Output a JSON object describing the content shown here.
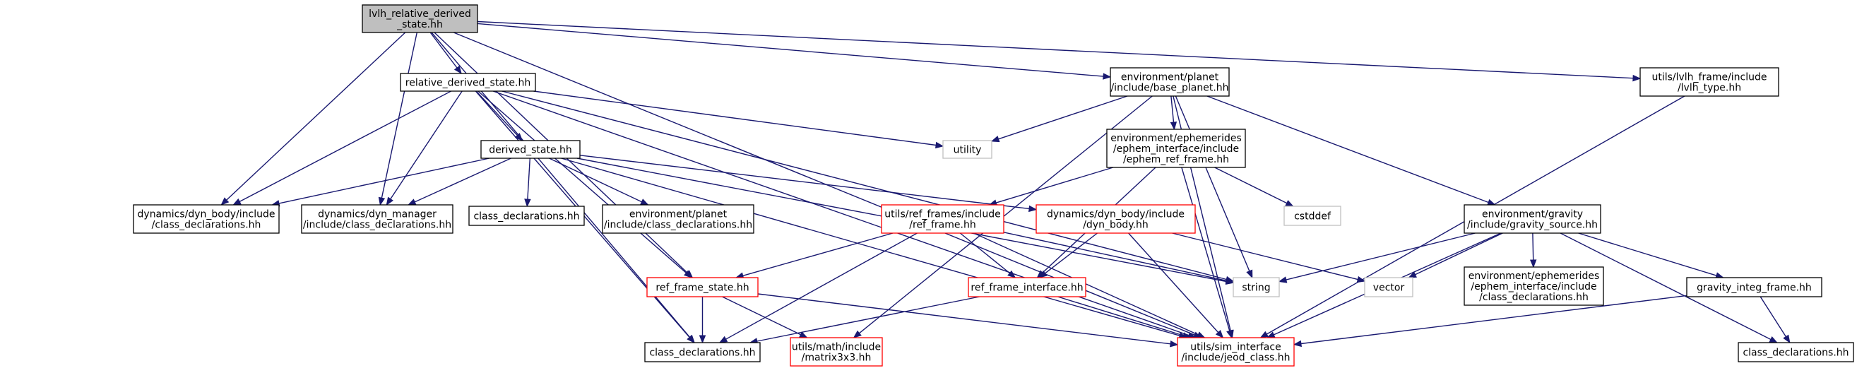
{
  "colors": {
    "edge": "#191970",
    "node_border_default": "#000000",
    "node_border_incomplete": "#ff0000",
    "node_border_system": "#bfbfbf",
    "root_fill": "#bfbfbf"
  },
  "nodes": {
    "root": {
      "lines": [
        "lvlh_relative_derived",
        "_state.hh"
      ],
      "kind": "root"
    },
    "relative_derived_state": {
      "lines": [
        "relative_derived_state.hh"
      ],
      "kind": "default"
    },
    "base_planet": {
      "lines": [
        "environment/planet",
        "/include/base_planet.hh"
      ],
      "kind": "default"
    },
    "lvlh_type": {
      "lines": [
        "utils/lvlh_frame/include",
        "/lvlh_type.hh"
      ],
      "kind": "default"
    },
    "derived_state": {
      "lines": [
        "derived_state.hh"
      ],
      "kind": "default"
    },
    "utility": {
      "lines": [
        "utility"
      ],
      "kind": "system"
    },
    "ephem_ref_frame": {
      "lines": [
        "environment/ephemerides",
        "/ephem_interface/include",
        "/ephem_ref_frame.hh"
      ],
      "kind": "default"
    },
    "dyn_body_class_decl": {
      "lines": [
        "dynamics/dyn_body/include",
        "/class_declarations.hh"
      ],
      "kind": "default"
    },
    "dyn_manager_class_decl": {
      "lines": [
        "dynamics/dyn_manager",
        "/include/class_declarations.hh"
      ],
      "kind": "default"
    },
    "class_decl_plain": {
      "lines": [
        "class_declarations.hh"
      ],
      "kind": "default"
    },
    "planet_class_decl": {
      "lines": [
        "environment/planet",
        "/include/class_declarations.hh"
      ],
      "kind": "default"
    },
    "ref_frame": {
      "lines": [
        "utils/ref_frames/include",
        "/ref_frame.hh"
      ],
      "kind": "incomplete"
    },
    "dyn_body": {
      "lines": [
        "dynamics/dyn_body/include",
        "/dyn_body.hh"
      ],
      "kind": "incomplete"
    },
    "cstddef": {
      "lines": [
        "cstddef"
      ],
      "kind": "system"
    },
    "gravity_source": {
      "lines": [
        "environment/gravity",
        "/include/gravity_source.hh"
      ],
      "kind": "default"
    },
    "ref_frame_state": {
      "lines": [
        "ref_frame_state.hh"
      ],
      "kind": "incomplete"
    },
    "ref_frame_interface": {
      "lines": [
        "ref_frame_interface.hh"
      ],
      "kind": "incomplete"
    },
    "string": {
      "lines": [
        "string"
      ],
      "kind": "system"
    },
    "vector": {
      "lines": [
        "vector"
      ],
      "kind": "system"
    },
    "ephem_class_decl": {
      "lines": [
        "environment/ephemerides",
        "/ephem_interface/include",
        "/class_declarations.hh"
      ],
      "kind": "default"
    },
    "gravity_integ_frame": {
      "lines": [
        "gravity_integ_frame.hh"
      ],
      "kind": "default"
    },
    "class_decl_bottom_left": {
      "lines": [
        "class_declarations.hh"
      ],
      "kind": "default"
    },
    "matrix3x3": {
      "lines": [
        "utils/math/include",
        "/matrix3x3.hh"
      ],
      "kind": "incomplete"
    },
    "jeod_class": {
      "lines": [
        "utils/sim_interface",
        "/include/jeod_class.hh"
      ],
      "kind": "incomplete"
    },
    "class_decl_bottom_right": {
      "lines": [
        "class_declarations.hh"
      ],
      "kind": "default"
    }
  },
  "edges": [
    [
      "root",
      "relative_derived_state"
    ],
    [
      "root",
      "base_planet"
    ],
    [
      "root",
      "lvlh_type"
    ],
    [
      "root",
      "dyn_body_class_decl"
    ],
    [
      "root",
      "dyn_manager_class_decl"
    ],
    [
      "root",
      "ref_frame_state"
    ],
    [
      "root",
      "class_decl_bottom_left"
    ],
    [
      "root",
      "jeod_class"
    ],
    [
      "relative_derived_state",
      "derived_state"
    ],
    [
      "relative_derived_state",
      "utility"
    ],
    [
      "relative_derived_state",
      "dyn_body_class_decl"
    ],
    [
      "relative_derived_state",
      "dyn_manager_class_decl"
    ],
    [
      "relative_derived_state",
      "ref_frame_state"
    ],
    [
      "relative_derived_state",
      "string"
    ],
    [
      "relative_derived_state",
      "class_decl_bottom_left"
    ],
    [
      "relative_derived_state",
      "jeod_class"
    ],
    [
      "derived_state",
      "dyn_body_class_decl"
    ],
    [
      "derived_state",
      "dyn_manager_class_decl"
    ],
    [
      "derived_state",
      "class_decl_plain"
    ],
    [
      "derived_state",
      "planet_class_decl"
    ],
    [
      "derived_state",
      "dyn_body"
    ],
    [
      "derived_state",
      "string"
    ],
    [
      "derived_state",
      "jeod_class"
    ],
    [
      "base_planet",
      "utility"
    ],
    [
      "base_planet",
      "ephem_ref_frame"
    ],
    [
      "base_planet",
      "gravity_source"
    ],
    [
      "base_planet",
      "string"
    ],
    [
      "base_planet",
      "matrix3x3"
    ],
    [
      "base_planet",
      "jeod_class"
    ],
    [
      "lvlh_type",
      "jeod_class"
    ],
    [
      "ephem_ref_frame",
      "ref_frame"
    ],
    [
      "ephem_ref_frame",
      "cstddef"
    ],
    [
      "ephem_ref_frame",
      "ref_frame_interface"
    ],
    [
      "ephem_ref_frame",
      "jeod_class"
    ],
    [
      "ref_frame",
      "ref_frame_state"
    ],
    [
      "ref_frame",
      "ref_frame_interface"
    ],
    [
      "ref_frame",
      "string"
    ],
    [
      "ref_frame",
      "class_decl_bottom_left"
    ],
    [
      "ref_frame",
      "jeod_class"
    ],
    [
      "dyn_body",
      "ref_frame_interface"
    ],
    [
      "dyn_body",
      "vector"
    ],
    [
      "dyn_body",
      "jeod_class"
    ],
    [
      "gravity_source",
      "string"
    ],
    [
      "gravity_source",
      "vector"
    ],
    [
      "gravity_source",
      "ephem_class_decl"
    ],
    [
      "gravity_source",
      "gravity_integ_frame"
    ],
    [
      "gravity_source",
      "class_decl_bottom_right"
    ],
    [
      "gravity_source",
      "jeod_class"
    ],
    [
      "ref_frame_state",
      "class_decl_bottom_left"
    ],
    [
      "ref_frame_state",
      "matrix3x3"
    ],
    [
      "ref_frame_state",
      "jeod_class"
    ],
    [
      "ref_frame_interface",
      "class_decl_bottom_left"
    ],
    [
      "ref_frame_interface",
      "jeod_class"
    ],
    [
      "gravity_integ_frame",
      "jeod_class"
    ],
    [
      "gravity_integ_frame",
      "class_decl_bottom_right"
    ]
  ]
}
